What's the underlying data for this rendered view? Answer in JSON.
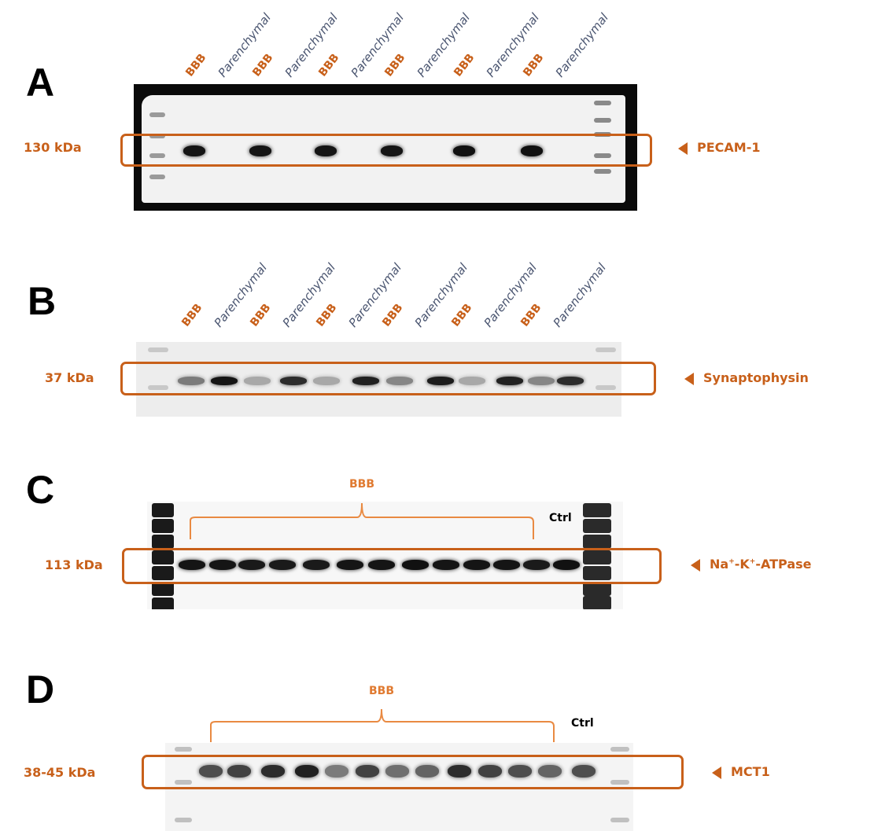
{
  "colors": {
    "accent": "#c8601a",
    "bracket": "#e98a42",
    "parenchymal": "#4a5570"
  },
  "panels": {
    "A": {
      "letter": "A",
      "lanes": [
        "BBB",
        "Parenchymal",
        "BBB",
        "Parenchymal",
        "BBB",
        "Parenchymal",
        "BBB",
        "Parenchymal",
        "BBB",
        "Parenchymal",
        "BBB",
        "Parenchymal"
      ],
      "marker": "130 kDa",
      "target": "PECAM-1",
      "band_intensity": [
        0.95,
        0,
        0.95,
        0,
        0.95,
        0,
        0.95,
        0,
        0.97,
        0,
        0.97,
        0
      ]
    },
    "B": {
      "letter": "B",
      "lanes": [
        "BBB",
        "Parenchymal",
        "BBB",
        "Parenchymal",
        "BBB",
        "Parenchymal",
        "BBB",
        "Parenchymal",
        "BBB",
        "Parenchymal",
        "BBB",
        "Parenchymal"
      ],
      "marker": "37 kDa",
      "target": "Synaptophysin",
      "band_intensity": [
        0.5,
        0.95,
        0.3,
        0.85,
        0.3,
        0.9,
        0.45,
        0.92,
        0.3,
        0.9,
        0.45,
        0.85
      ]
    },
    "C": {
      "letter": "C",
      "group_label": "BBB",
      "ctrl_label": "Ctrl",
      "marker": "113 kDa",
      "target_parts": [
        "Na",
        "+",
        "-K",
        "+",
        "-ATPase"
      ],
      "band_intensity": [
        0.95,
        0.95,
        0.93,
        0.93,
        0.93,
        0.95,
        0.95,
        0.97,
        0.95,
        0.95,
        0.95,
        0.93,
        0.97
      ]
    },
    "D": {
      "letter": "D",
      "group_label": "BBB",
      "ctrl_label": "Ctrl",
      "marker": "38-45 kDa",
      "target": "MCT1",
      "band_intensity": [
        0.7,
        0.75,
        0.85,
        0.9,
        0.5,
        0.75,
        0.55,
        0.6,
        0.85,
        0.75,
        0.7,
        0.6,
        0.7
      ]
    }
  }
}
